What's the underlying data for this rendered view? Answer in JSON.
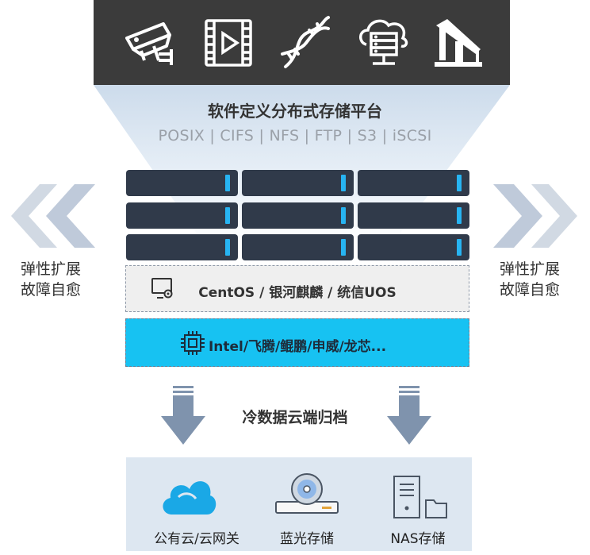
{
  "title": "软件定义分布式存储平台",
  "protocols": "POSIX | CIFS | NFS | FTP | S3 | iSCSI",
  "top_icons": [
    "surveillance-camera-icon",
    "video-film-icon",
    "dna-icon",
    "cloud-server-icon",
    "oil-pump-icon"
  ],
  "left_label": {
    "line1": "弹性扩展",
    "line2": "故障自愈"
  },
  "right_label": {
    "line1": "弹性扩展",
    "line2": "故障自愈"
  },
  "os_label": "CentOS / 银河麒麟 / 统信UOS",
  "cpu_label": "Intel/飞腾/鲲鹏/申威/龙芯...",
  "cold_label": "冷数据云端归档",
  "storage": [
    {
      "label": "公有云/云网关",
      "icon": "cloud-icon"
    },
    {
      "label": "蓝光存储",
      "icon": "bluray-disc-icon"
    },
    {
      "label": "NAS存储",
      "icon": "nas-server-icon"
    }
  ],
  "colors": {
    "dark": "#3b3b3b",
    "server": "#303a4a",
    "led": "#27b4f2",
    "cpu": "#17c2f2",
    "arrow": "#7f93ad",
    "cloud": "#1aa8e6"
  }
}
